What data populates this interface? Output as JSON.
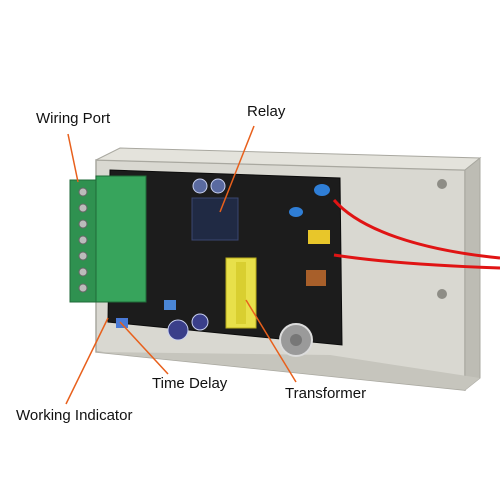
{
  "labels": {
    "wiring_port": "Wiring Port",
    "relay": "Relay",
    "time_delay": "Time Delay",
    "transformer": "Transformer",
    "working_indicator": "Working Indicator"
  },
  "colors": {
    "callout_line": "#e8601c",
    "case": "#cfcfc7",
    "pcb": "#1b1b1b",
    "terminal_block": "#2e8b4a",
    "wire": "#e01414",
    "transformer": "#e8e04a"
  }
}
